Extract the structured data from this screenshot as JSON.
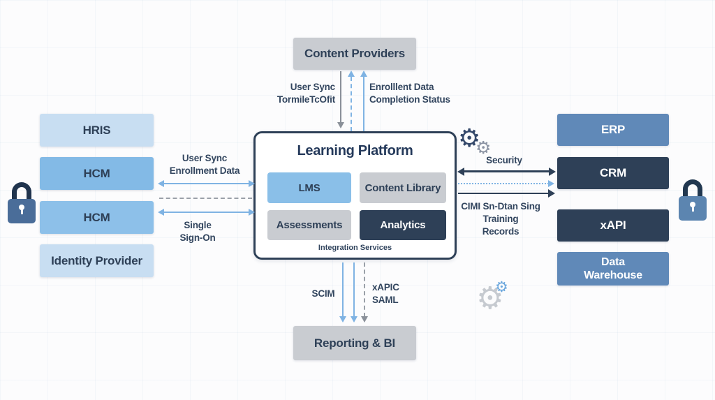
{
  "diagram": {
    "top_node": {
      "label": "Content Providers"
    },
    "bottom_node": {
      "label": "Reporting & BI"
    },
    "left_nodes": [
      {
        "id": "hris",
        "label": "HRIS"
      },
      {
        "id": "hcm-1",
        "label": "HCM"
      },
      {
        "id": "hcm-2",
        "label": "HCM"
      },
      {
        "id": "identity-provider",
        "label": "Identity Provider"
      }
    ],
    "right_nodes": [
      {
        "id": "erp",
        "label": "ERP"
      },
      {
        "id": "crm",
        "label": "CRM"
      },
      {
        "id": "xapi",
        "label": "xAPI"
      },
      {
        "id": "data-warehouse",
        "label": "Data Warehouse"
      }
    ],
    "platform": {
      "title": "Learning Platform",
      "modules": [
        {
          "label": "LMS"
        },
        {
          "label": "Content Library"
        },
        {
          "label": "Assessments"
        },
        {
          "label": "Analytics"
        }
      ],
      "footer": "Integration Services"
    },
    "flow_labels": {
      "provider_down": [
        "User Sync",
        "TormileTcOfit"
      ],
      "provider_up": [
        "Enrolllent Data",
        "Completion Status"
      ],
      "hcm_sync": [
        "User Sync",
        "Enrollment Data"
      ],
      "sso": [
        "Single",
        "Sign-On"
      ],
      "security": [
        "Security"
      ],
      "crm_feed": [
        "CIMI Sn-Dtan Sing",
        "Training",
        "Records"
      ],
      "scim": [
        "SCIM"
      ],
      "saml": [
        "xAPIC",
        "SAML"
      ]
    }
  },
  "icons": {
    "gear_glyph": "⚙",
    "lock": "lock-icon",
    "gears": "gears-icon"
  },
  "colors": {
    "background": "#fcfcfd",
    "navy": "#2e4057",
    "steel_blue": "#6089b8",
    "medium_blue": "#83bae6",
    "light_blue": "#c8def2",
    "panel_gray": "#c9ccd1",
    "arrow_blue": "#7fb3e3",
    "arrow_gray": "#8a9099",
    "label_text": "#33465f"
  }
}
